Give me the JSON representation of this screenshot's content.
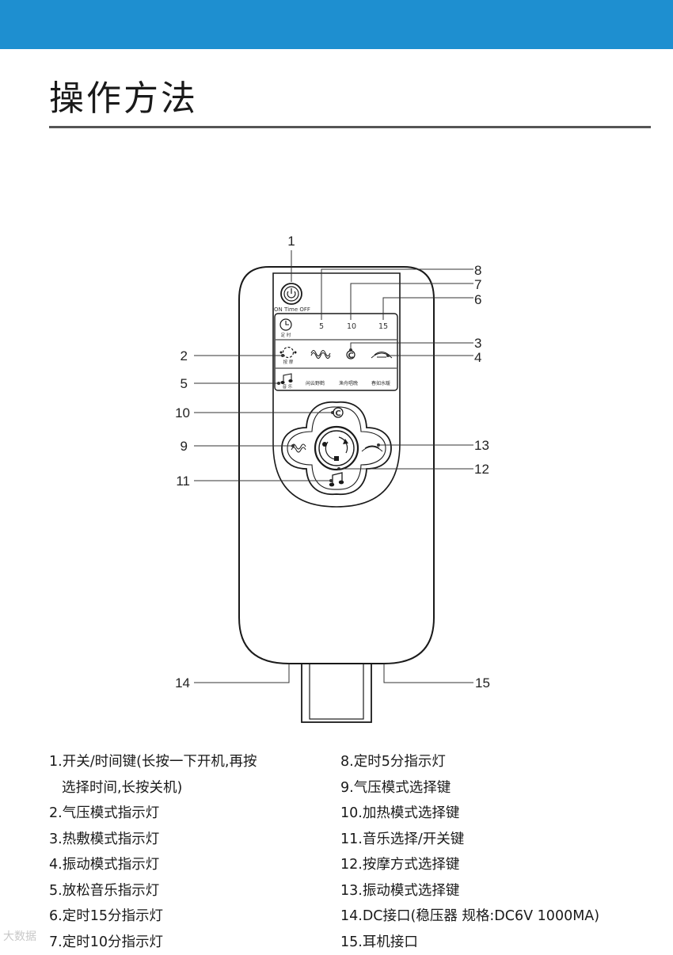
{
  "header": {
    "band_color": "#1e8fd0",
    "title": "操作方法"
  },
  "callouts": [
    "1",
    "2",
    "3",
    "4",
    "5",
    "6",
    "7",
    "8",
    "9",
    "10",
    "11",
    "12",
    "13",
    "14",
    "15"
  ],
  "panel": {
    "power_label": "ON Time OFF",
    "timer_values": [
      "5",
      "10",
      "15"
    ],
    "timer_label": "定 时",
    "massage_label": "按 摩",
    "music_label": "音 乐",
    "music_options": [
      "闲云野鹤",
      "渔舟唱晚",
      "春如水暖"
    ]
  },
  "legend_left": [
    "1.开关/时间键(长按一下开机,再按",
    "选择时间,长按关机)",
    "2.气压模式指示灯",
    "3.热敷模式指示灯",
    "4.振动模式指示灯",
    "5.放松音乐指示灯",
    "6.定时15分指示灯",
    "7.定时10分指示灯"
  ],
  "legend_right": [
    "8.定时5分指示灯",
    "9.气压模式选择键",
    "10.加热模式选择键",
    "11.音乐选择/开关键",
    "12.按摩方式选择键",
    "13.振动模式选择键",
    "14.DC接口(稳压器 规格:DC6V 1000MA)",
    "15.耳机接口"
  ],
  "watermark": "大数据"
}
